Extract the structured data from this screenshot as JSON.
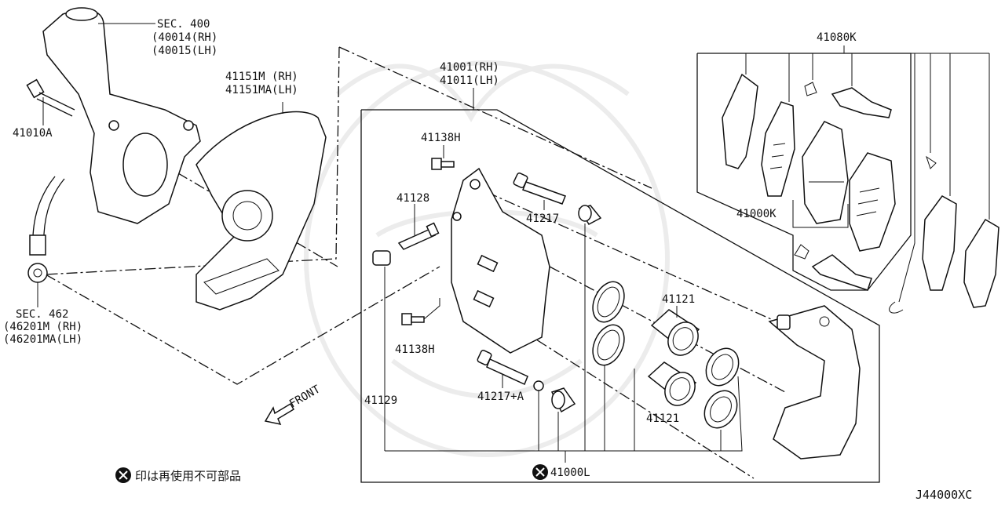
{
  "diagram_id": "J44000XC",
  "legend_note": "印は再使用不可部品",
  "front_label": "FRONT",
  "labels": {
    "sec400": "SEC. 400",
    "sec400_rh": "(40014(RH)",
    "sec400_lh": "(40015(LH)",
    "p41010a": "41010A",
    "sec462": "SEC. 462",
    "sec462_rh": "(46201M (RH)",
    "sec462_lh": "(46201MA(LH)",
    "p41151_rh": "41151M (RH)",
    "p41151_lh": "41151MA(LH)",
    "p41001_rh": "41001(RH)",
    "p41011_lh": "41011(LH)",
    "p41138h_top": "41138H",
    "p41128": "41128",
    "p41217": "41217",
    "p41138h_bottom": "41138H",
    "p41217a": "41217+A",
    "p41129": "41129",
    "p41121_top": "41121",
    "p41121_bottom": "41121",
    "p41000l": "41000L",
    "p41080k": "41080K",
    "p41000k": "41000K"
  }
}
